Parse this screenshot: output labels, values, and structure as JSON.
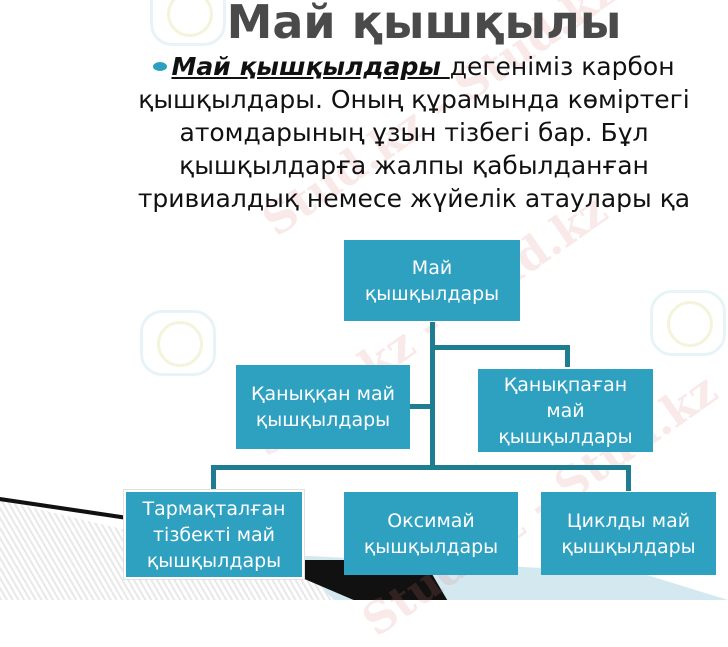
{
  "slide": {
    "title": "Май қышқылы",
    "bullet": {
      "term": "Май қышқылдары ",
      "text": "дегеніміз карбон қышқылдары. Оның құрамында көміртегі атомдарының ұзын тізбегі бар. Бұл қышқылдарға жалпы қабылданған тривиалдық немесе жүйелік атаулары қа"
    }
  },
  "diagram": {
    "root": "Май қышқылдары",
    "level1": [
      {
        "label": "Қаныққан май қышқылдары"
      },
      {
        "label": "Қанықпаған май қышқылдары"
      }
    ],
    "level2": [
      {
        "label": "Тармақталған тізбекті май қышқылдары"
      },
      {
        "label": "Оксимай қышқылдары"
      },
      {
        "label": "Циклды май қышқылдары"
      }
    ]
  },
  "watermark": {
    "text": "Stud.kz - Stud.kz"
  },
  "colors": {
    "box_fill": "#2ea0c0",
    "connector": "#1f7d92",
    "title": "#4a4a4a",
    "bullet": "#2e9fc0"
  }
}
